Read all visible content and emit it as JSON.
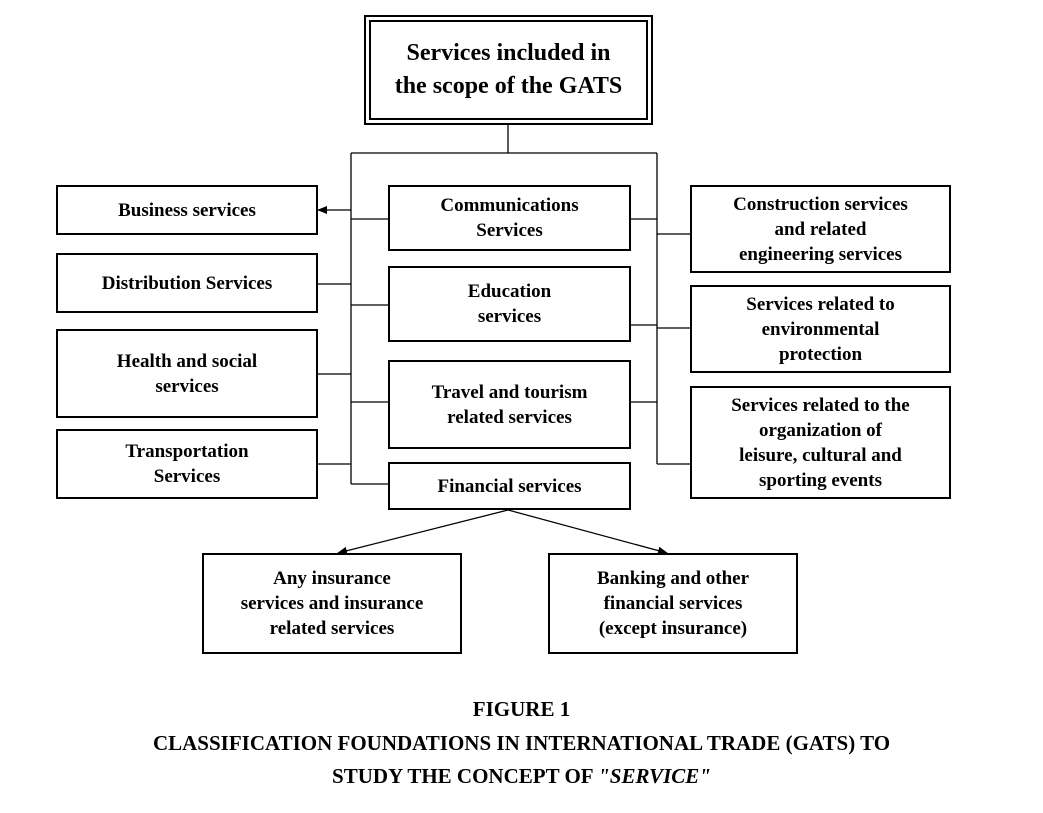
{
  "root": "Services included in\nthe scope of the GATS",
  "left": {
    "business": "Business services",
    "distribution": "Distribution  Services",
    "health": "Health and social\nservices",
    "transportation": "Transportation\nServices"
  },
  "center": {
    "communications": "Communications\nServices",
    "education": "Education\nservices",
    "travel": "Travel and tourism\nrelated services",
    "financial": "Financial  services"
  },
  "right": {
    "construction": "Construction services\nand related\nengineering services",
    "environmental": "Services related to\nenvironmental\nprotection",
    "leisure": "Services related to the\norganization of\nleisure, cultural and\nsporting events"
  },
  "bottom": {
    "insurance": "Any insurance\nservices and insurance\nrelated services",
    "banking": "Banking and other\nfinancial services\n(except insurance)"
  },
  "caption": {
    "line1": "FIGURE 1",
    "line2": "CLASSIFICATION FOUNDATIONS IN INTERNATIONAL TRADE (GATS) TO",
    "line3_prefix": "STUDY THE CONCEPT OF ",
    "line3_emphasis": "\"SERVICE\""
  }
}
